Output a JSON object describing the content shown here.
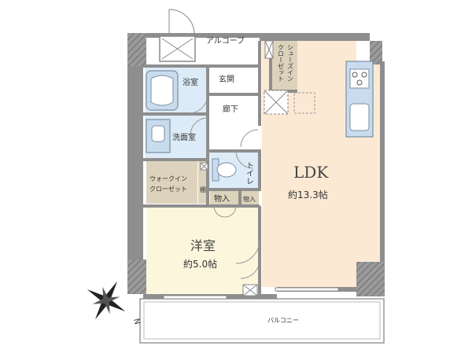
{
  "rooms": {
    "ldk": {
      "name": "LDK",
      "size": "約13.3帖"
    },
    "western": {
      "name": "洋室",
      "size": "約5.0帖"
    },
    "bath": {
      "name": "浴室"
    },
    "washroom": {
      "name": "洗面室"
    },
    "entrance": {
      "name": "玄関"
    },
    "hallway": {
      "name": "廊下"
    },
    "toilet": {
      "name": "トイレ"
    },
    "wic": {
      "line1": "ウォークイン",
      "line2": "クローゼット"
    },
    "shelf": {
      "name": "棚"
    },
    "closet1": {
      "name": "物入"
    },
    "closet2": {
      "name": "物入"
    },
    "shoes": {
      "line1": "シューズイン",
      "line2": "クローゼット"
    },
    "alcove": {
      "name": "アルコーブ"
    },
    "balcony": {
      "name": "バルコニー"
    }
  },
  "compass": {
    "north_label": "N"
  },
  "colors": {
    "ldk_fill": "#fbe9d4",
    "western_fill": "#fcf6dc",
    "wet_fill": "#dcebf7",
    "closet_fill": "#ddd2bb",
    "wall": "#8e8e8e",
    "wall_hatch": "#6f6f6f"
  }
}
